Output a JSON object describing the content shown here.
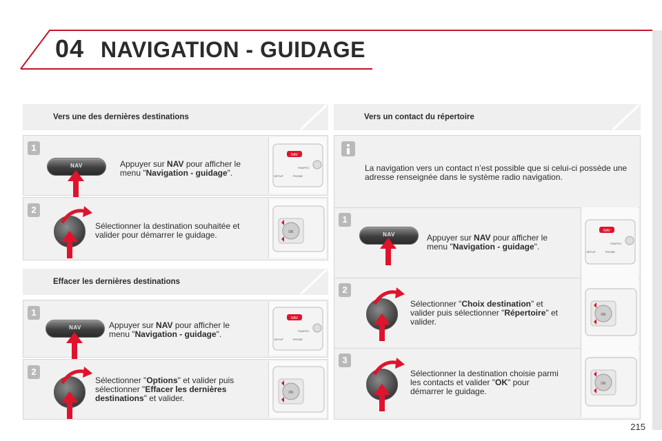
{
  "header": {
    "chapter_number": "04",
    "chapter_title": "NAVIGATION - GUIDAGE",
    "accent_color": "#c4142b"
  },
  "left": {
    "section1": {
      "title": "Vers une des dernières destinations",
      "step1": {
        "badge": "1",
        "button_label": "NAV",
        "text_a": "Appuyer sur ",
        "text_b": "NAV",
        "text_c": " pour afficher le menu \"",
        "text_d": "Navigation - guidage",
        "text_e": "\"."
      },
      "step2": {
        "badge": "2",
        "text": "Sélectionner la destination souhaitée et valider pour démarrer le guidage."
      }
    },
    "section2": {
      "title": "Effacer les dernières destinations",
      "step1": {
        "badge": "1",
        "button_label": "NAV",
        "text_a": "Appuyer sur ",
        "text_b": "NAV",
        "text_c": " pour afficher le menu \"",
        "text_d": "Navigation - guidage",
        "text_e": "\"."
      },
      "step2": {
        "badge": "2",
        "text_a": "Sélectionner \"",
        "text_b": "Options",
        "text_c": "\" et valider puis sélectionner \"",
        "text_d": "Effacer les dernières destinations",
        "text_e": "\" et valider."
      }
    }
  },
  "right": {
    "section": {
      "title": "Vers un contact du répertoire",
      "info": {
        "text": "La navigation vers un contact n’est possible que si celui-ci possède une adresse renseignée dans le système radio navigation."
      },
      "step1": {
        "badge": "1",
        "button_label": "NAV",
        "text_a": "Appuyer sur ",
        "text_b": "NAV",
        "text_c": " pour afficher le menu \"",
        "text_d": "Navigation - guidage",
        "text_e": "\"."
      },
      "step2": {
        "badge": "2",
        "text_a": "Sélectionner \"",
        "text_b": "Choix destination",
        "text_c": "\" et valider puis sélectionner \"",
        "text_d": "Répertoire",
        "text_e": "\" et valider."
      },
      "step3": {
        "badge": "3",
        "text_a": "Sélectionner la destination choisie parmi les contacts et valider \"",
        "text_b": "OK",
        "text_c": "\" pour démarrer le guidage."
      }
    }
  },
  "panel_labels": {
    "nav": "NAV",
    "traffic": "TRAFFIC",
    "phone": "PHONE",
    "setup": "SETUP",
    "ok": "OK"
  },
  "page_number": "215"
}
